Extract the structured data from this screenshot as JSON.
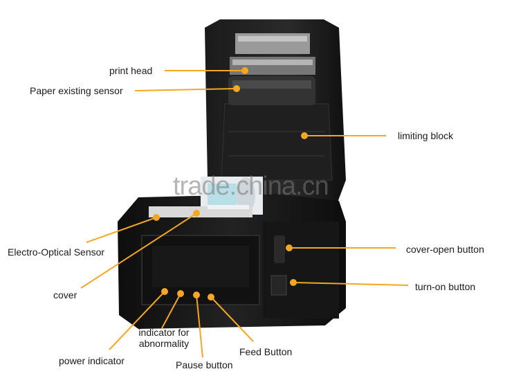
{
  "labels": {
    "print_head": "print head",
    "paper_sensor": "Paper existing sensor",
    "limiting_block": "limiting block",
    "electro_optical_sensor": "Electro-Optical Sensor",
    "cover": "cover",
    "cover_open_button": "cover-open button",
    "turn_on_button": "turn-on button",
    "indicator_abnormality_line1": "indicator for",
    "indicator_abnormality_line2": "abnormality",
    "feed_button": "Feed Button",
    "power_indicator": "power indicator",
    "pause_button": "Pause button"
  },
  "watermark": "trade.china.cn",
  "colors": {
    "leader": "#f5a623",
    "printer_body": "#151515",
    "printer_edge": "#2e2e2e",
    "background": "#ffffff"
  }
}
